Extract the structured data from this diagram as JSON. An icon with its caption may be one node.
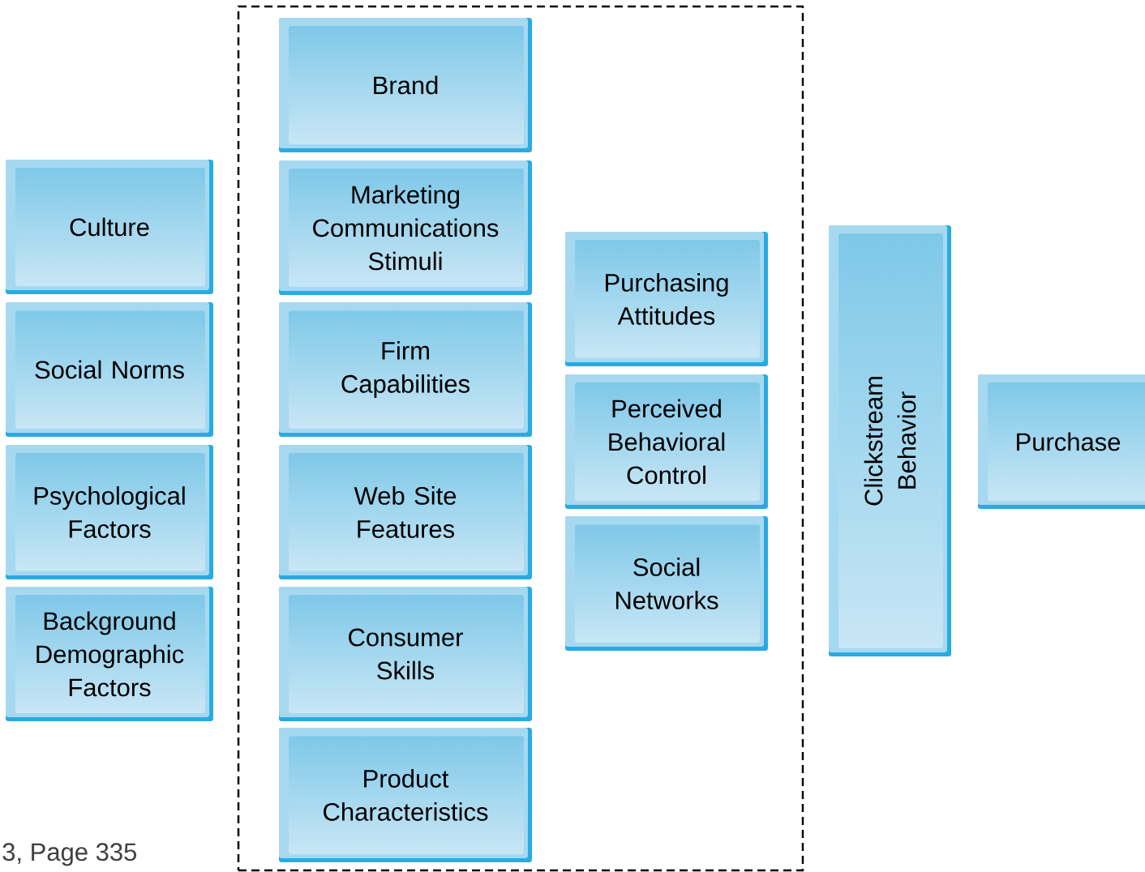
{
  "diagram": {
    "nodes": [
      {
        "text": [
          "Culture"
        ]
      },
      {
        "text": [
          "Social Norms"
        ]
      },
      {
        "text": [
          "Psychological Factors"
        ]
      },
      {
        "text": [
          "Background Demographic Factors"
        ]
      },
      {
        "text": [],
        "shape": "box"
      },
      {
        "text": [
          "Brand"
        ],
        "in": 4
      },
      {
        "text": [
          "Marketing Communications Stimuli"
        ],
        "in": 4
      },
      {
        "text": [
          "Firm Capabilities"
        ],
        "in": 4
      },
      {
        "text": [
          "Web Site Features"
        ],
        "in": 4
      },
      {
        "text": [
          "Consumer Skills"
        ],
        "in": 4
      },
      {
        "text": [
          "Product Characteristics"
        ],
        "in": 4
      },
      {
        "text": [
          "Purchasing Attitudes"
        ],
        "in": 4
      },
      {
        "text": [
          "Perceived Behavioral Control"
        ],
        "in": 4
      },
      {
        "text": [
          "Social Networks"
        ],
        "in": 4
      },
      {
        "text": [
          "Clickstream Behavior"
        ]
      },
      {
        "text": [
          "Purchase"
        ]
      }
    ],
    "labels": [
      "3, Page 335"
    ]
  }
}
